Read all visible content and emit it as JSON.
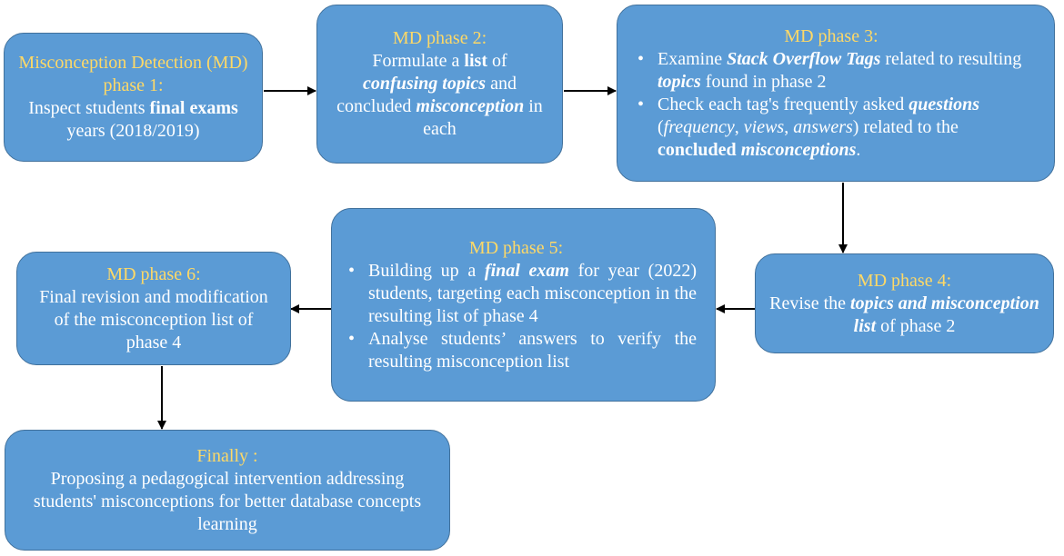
{
  "phase1": {
    "title": "Misconception Detection (MD)  phase 1:",
    "body": [
      {
        "t": "Inspect students "
      },
      {
        "t": "final exams",
        "b": true
      },
      {
        "t": " years (2018/2019)"
      }
    ]
  },
  "phase2": {
    "title": "MD phase 2:",
    "body": [
      {
        "t": "Formulate a "
      },
      {
        "t": "list",
        "b": true
      },
      {
        "t": " of "
      },
      {
        "t": "confusing topics",
        "b": true,
        "i": true
      },
      {
        "t": " and concluded "
      },
      {
        "t": "misconception",
        "b": true,
        "i": true
      },
      {
        "t": " in each"
      }
    ]
  },
  "phase3": {
    "title": "MD phase 3:",
    "bullets": [
      [
        {
          "t": "Examine "
        },
        {
          "t": "Stack Overflow Tags",
          "b": true,
          "i": true
        },
        {
          "t": " related to resulting "
        },
        {
          "t": "topics",
          "b": true,
          "i": true
        },
        {
          "t": " found in  phase 2"
        }
      ],
      [
        {
          "t": "Check each tag's frequently asked "
        },
        {
          "t": "questions",
          "b": true,
          "i": true
        },
        {
          "t": " ("
        },
        {
          "t": "frequency",
          "i": true
        },
        {
          "t": ", "
        },
        {
          "t": "views",
          "i": true
        },
        {
          "t": ", "
        },
        {
          "t": "answers",
          "i": true
        },
        {
          "t": ") related to the "
        },
        {
          "t": "concluded",
          "b": true
        },
        {
          "t": " "
        },
        {
          "t": "misconceptions",
          "b": true,
          "i": true
        },
        {
          "t": "."
        }
      ]
    ]
  },
  "phase4": {
    "title": "MD phase 4:",
    "body": [
      {
        "t": "Revise the "
      },
      {
        "t": "topics and misconception list",
        "b": true,
        "i": true
      },
      {
        "t": " of phase 2"
      }
    ]
  },
  "phase5": {
    "title": "MD phase 5:",
    "bullets": [
      [
        {
          "t": "Building up a "
        },
        {
          "t": "final exam",
          "b": true,
          "i": true
        },
        {
          "t": " for year (2022) students, targeting each misconception in the resulting list of phase 4"
        }
      ],
      [
        {
          "t": "Analyse students’  answers to verify the resulting misconception list"
        }
      ]
    ]
  },
  "phase6": {
    "title": "MD phase 6:",
    "body": [
      {
        "t": "Final revision and modification of the misconception list of phase 4"
      }
    ]
  },
  "finally": {
    "title": "Finally :",
    "body": [
      {
        "t": "Proposing a pedagogical intervention addressing students' misconceptions for better database concepts learning"
      }
    ]
  },
  "colors": {
    "box_fill": "#5b9bd5",
    "box_border": "#41719c",
    "title_text": "#ffd966",
    "body_text": "#ffffff",
    "arrow": "#000000"
  }
}
